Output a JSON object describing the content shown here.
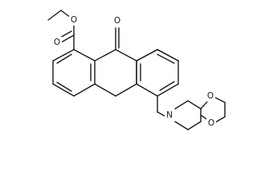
{
  "atom_labels": {
    "ester_carbonyl_oxygen": "O",
    "ester_ether_oxygen": "O",
    "ketone_oxygen": "O",
    "piperidine_nitrogen": "N",
    "dioxolane_oxygen_top": "O",
    "dioxolane_oxygen_bottom": "O"
  },
  "colors": {
    "bond": "#1a1a1a",
    "background": "#ffffff"
  }
}
